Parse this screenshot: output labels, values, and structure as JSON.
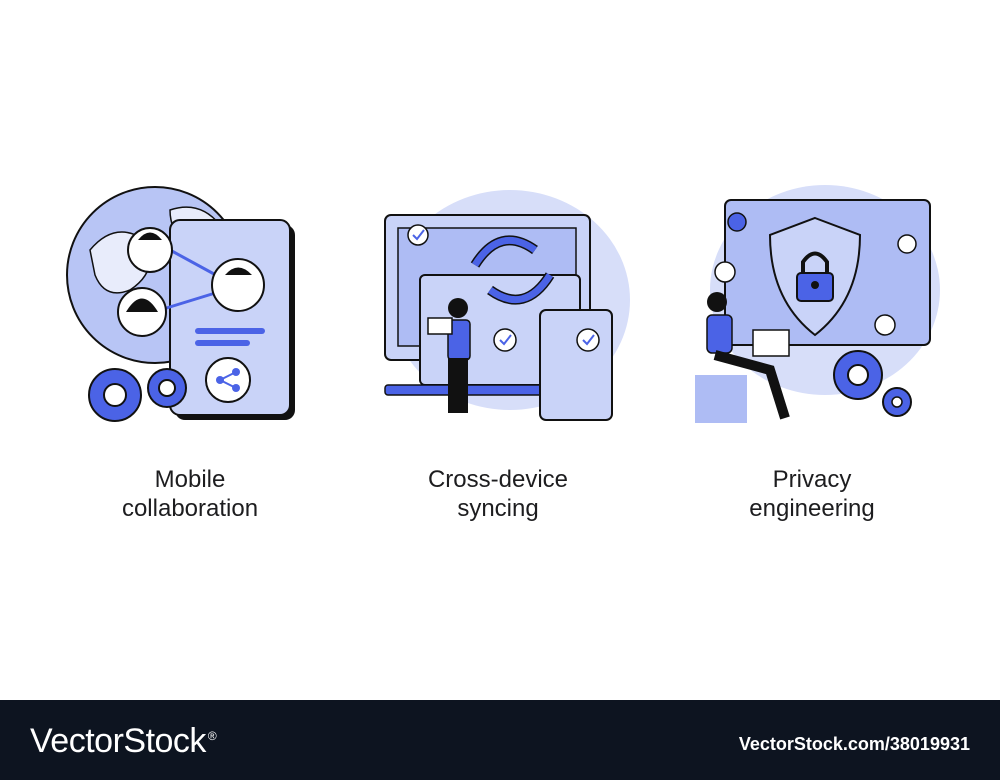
{
  "panels": [
    {
      "caption_line1": "Mobile",
      "caption_line2": "collaboration"
    },
    {
      "caption_line1": "Cross-device",
      "caption_line2": "syncing"
    },
    {
      "caption_line1": "Privacy",
      "caption_line2": "engineering"
    }
  ],
  "footer": {
    "brand": "VectorStock",
    "brand_mark": "®",
    "image_id": "VectorStock.com/38019931"
  },
  "colors": {
    "accent": "#4b63e6",
    "light": "#aebcf4",
    "pale": "#d7def9",
    "ink": "#111111",
    "footer_bg": "#0d1420"
  }
}
